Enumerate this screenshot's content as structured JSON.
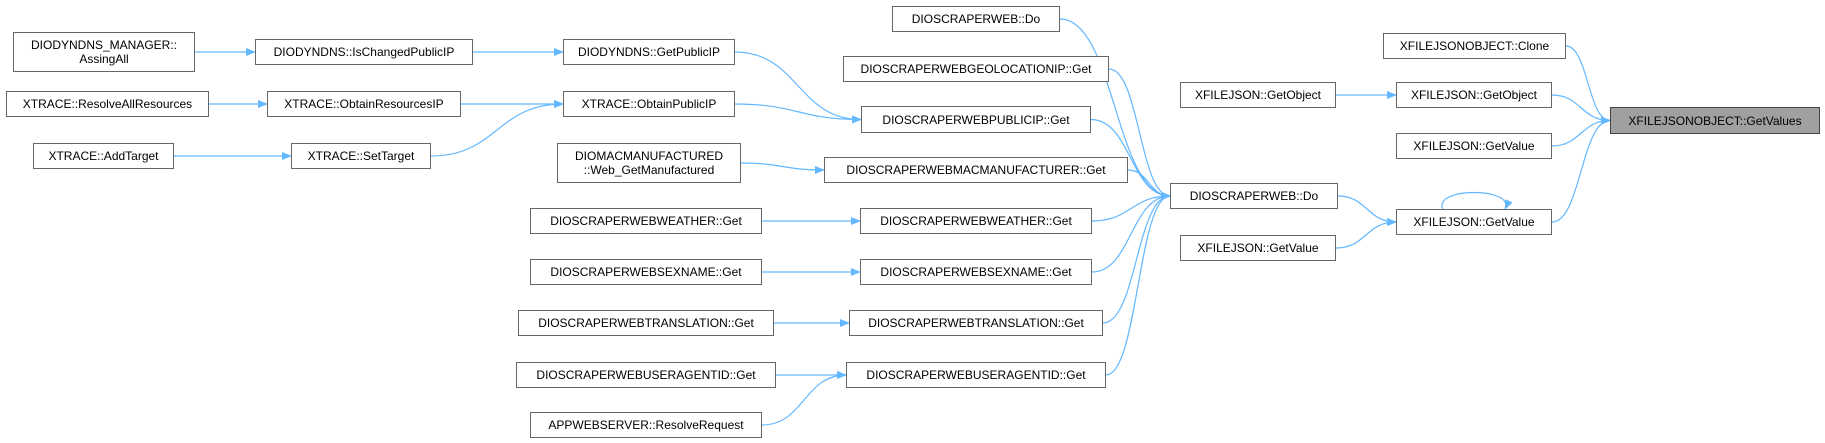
{
  "root": "XFILEJSONOBJECT::GetValues",
  "nodes": {
    "root": "XFILEJSONOBJECT::GetValues",
    "xfjo_clone": "XFILEJSONOBJECT::Clone",
    "xfj_getobject": "XFILEJSON::GetObject",
    "xfj_getvalue_a": "XFILEJSON::GetValue",
    "xfj_getvalue_b": "XFILEJSON::GetValue",
    "xfj_getobject_2": "XFILEJSON::GetObject",
    "dsw_do_main": "DIOSCRAPERWEB::Do",
    "xfj_getvalue_c": "XFILEJSON::GetValue",
    "dsw_do_top": "DIOSCRAPERWEB::Do",
    "dsw_geo": "DIOSCRAPERWEBGEOLOCATIONIP::Get",
    "dsw_pubip": "DIOSCRAPERWEBPUBLICIP::Get",
    "dsw_mac": "DIOSCRAPERWEBMACMANUFACTURER::Get",
    "dsw_weather": "DIOSCRAPERWEBWEATHER::Get",
    "dsw_sexname": "DIOSCRAPERWEBSEXNAME::Get",
    "dsw_translation": "DIOSCRAPERWEBTRANSLATION::Get",
    "dsw_useragent": "DIOSCRAPERWEBUSERAGENTID::Get",
    "dyn_getpublicip": "DIODYNDNS::GetPublicIP",
    "xt_obtainpublicip": "XTRACE::ObtainPublicIP",
    "mac_web_line1": "DIOMACMANUFACTURED",
    "mac_web_line2": "::Web_GetManufactured",
    "w_weather_get": "DIOSCRAPERWEBWEATHER::Get",
    "w_sexname_get": "DIOSCRAPERWEBSEXNAME::Get",
    "w_translation_get": "DIOSCRAPERWEBTRANSLATION::Get",
    "w_useragent_get": "DIOSCRAPERWEBUSERAGENTID::Get",
    "app_resolve": "APPWEBSERVER::ResolveRequest",
    "dyn_ischanged": "DIODYNDNS::IsChangedPublicIP",
    "xt_obtainresources": "XTRACE::ObtainResourcesIP",
    "xt_settarget": "XTRACE::SetTarget",
    "dyn_mgr_line1": "DIODYNDNS_MANAGER::",
    "dyn_mgr_line2": "AssingAll",
    "xt_resolveall": "XTRACE::ResolveAllResources",
    "xt_addtarget": "XTRACE::AddTarget"
  },
  "edges": [
    [
      "xfjo_clone",
      "root"
    ],
    [
      "xfj_getobject",
      "root"
    ],
    [
      "xfj_getvalue_a",
      "root"
    ],
    [
      "xfj_getvalue_b",
      "root"
    ],
    [
      "xfj_getobject_2",
      "xfj_getobject"
    ],
    [
      "dsw_do_main",
      "xfj_getvalue_b"
    ],
    [
      "xfj_getvalue_c",
      "xfj_getvalue_b"
    ],
    [
      "xfj_getvalue_b",
      "xfj_getvalue_b"
    ],
    [
      "dsw_do_top",
      "dsw_do_main"
    ],
    [
      "dsw_geo",
      "dsw_do_main"
    ],
    [
      "dsw_pubip",
      "dsw_do_main"
    ],
    [
      "dsw_mac",
      "dsw_do_main"
    ],
    [
      "dsw_weather",
      "dsw_do_main"
    ],
    [
      "dsw_sexname",
      "dsw_do_main"
    ],
    [
      "dsw_translation",
      "dsw_do_main"
    ],
    [
      "dsw_useragent",
      "dsw_do_main"
    ],
    [
      "dyn_getpublicip",
      "dsw_pubip"
    ],
    [
      "xt_obtainpublicip",
      "dsw_pubip"
    ],
    [
      "mac_web",
      "dsw_mac"
    ],
    [
      "w_weather_get",
      "dsw_weather"
    ],
    [
      "w_sexname_get",
      "dsw_sexname"
    ],
    [
      "w_translation_get",
      "dsw_translation"
    ],
    [
      "w_useragent_get",
      "dsw_useragent"
    ],
    [
      "app_resolve",
      "dsw_useragent"
    ],
    [
      "dyn_ischanged",
      "dyn_getpublicip"
    ],
    [
      "xt_obtainresources",
      "xt_obtainpublicip"
    ],
    [
      "xt_settarget",
      "xt_obtainpublicip"
    ],
    [
      "dyn_mgr",
      "dyn_ischanged"
    ],
    [
      "xt_resolveall",
      "xt_obtainresources"
    ],
    [
      "xt_addtarget",
      "xt_settarget"
    ]
  ],
  "colors": {
    "edge": "#63b8ff",
    "node_border": "#666666",
    "node_fill": "#ffffff",
    "root_fill": "#a0a0a0"
  }
}
